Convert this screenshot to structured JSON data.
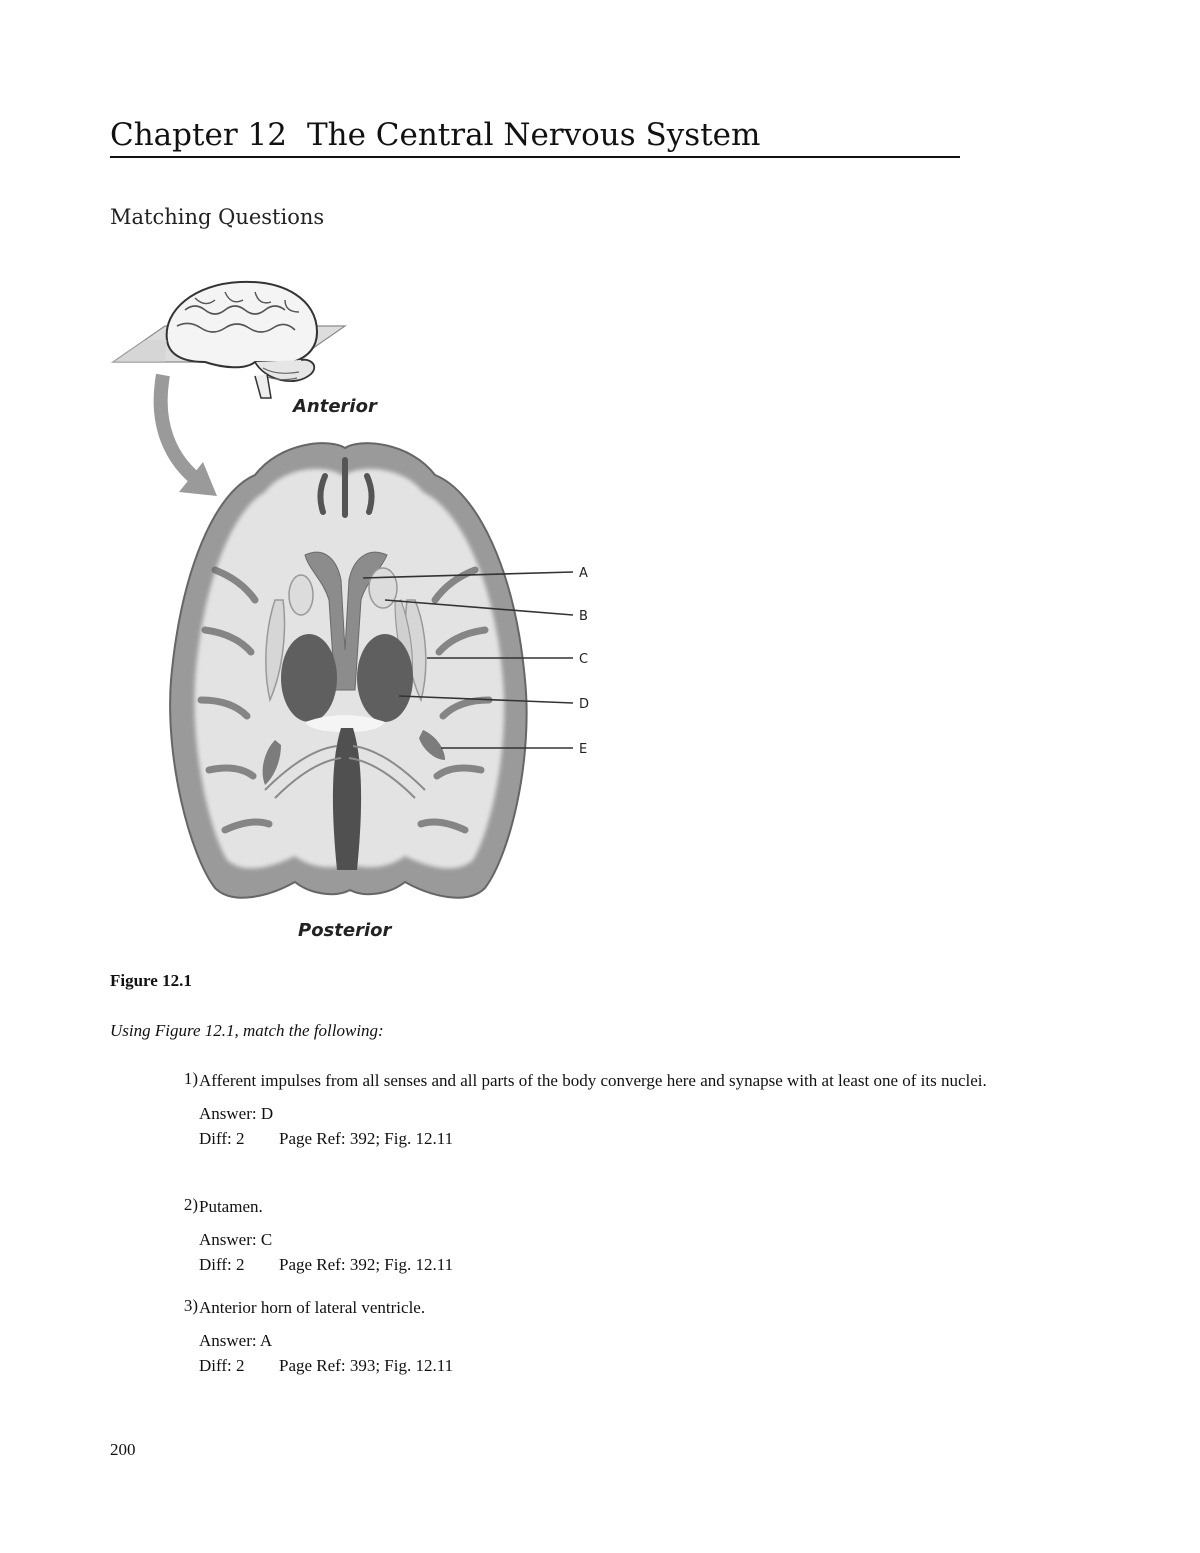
{
  "chapter": {
    "number_label": "Chapter 12",
    "title": "The Central Nervous System"
  },
  "section_title": "Matching Questions",
  "figure": {
    "anterior_label": "Anterior",
    "posterior_label": "Posterior",
    "pointer_letters": [
      "A",
      "B",
      "C",
      "D",
      "E"
    ],
    "caption": "Figure 12.1"
  },
  "instruction": "Using Figure 12.1, match the following:",
  "questions": [
    {
      "number": "1)",
      "text": "Afferent impulses from all senses and all parts of the body converge here and synapse with at least one of its nuclei.",
      "answer": "Answer: D",
      "diff": "Diff: 2",
      "page_ref": "Page Ref: 392; Fig. 12.11"
    },
    {
      "number": "2)",
      "text": "Putamen.",
      "answer": "Answer: C",
      "diff": "Diff: 2",
      "page_ref": "Page Ref: 392; Fig. 12.11"
    },
    {
      "number": "3)",
      "text": "Anterior horn of lateral ventricle.",
      "answer": "Answer: A",
      "diff": "Diff: 2",
      "page_ref": "Page Ref: 393; Fig. 12.11"
    }
  ],
  "page_number": "200"
}
